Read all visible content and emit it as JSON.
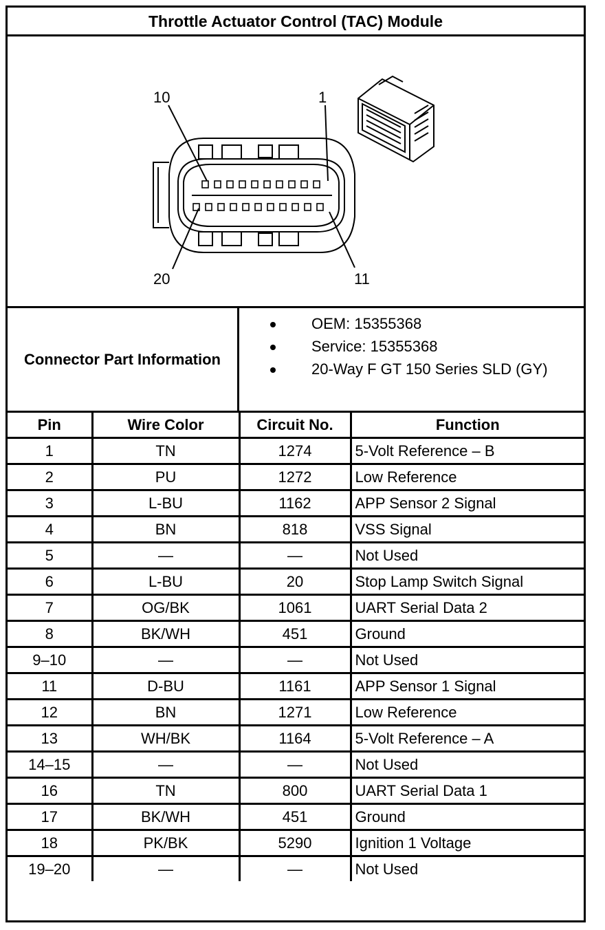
{
  "title": "Throttle Actuator Control (TAC) Module",
  "diagram": {
    "pin_labels": {
      "top_left": "10",
      "top_right": "1",
      "bottom_left": "20",
      "bottom_right": "11"
    },
    "icons": [
      "connector-face-icon",
      "connector-housing-icon"
    ]
  },
  "connector_info": {
    "label": "Connector Part Information",
    "items": [
      "OEM: 15355368",
      "Service: 15355368",
      "20-Way F GT 150 Series SLD (GY)"
    ]
  },
  "table": {
    "headers": [
      "Pin",
      "Wire Color",
      "Circuit No.",
      "Function"
    ],
    "rows": [
      [
        "1",
        "TN",
        "1274",
        "5-Volt Reference – B"
      ],
      [
        "2",
        "PU",
        "1272",
        "Low Reference"
      ],
      [
        "3",
        "L-BU",
        "1162",
        "APP Sensor 2 Signal"
      ],
      [
        "4",
        "BN",
        "818",
        "VSS Signal"
      ],
      [
        "5",
        "—",
        "—",
        "Not Used"
      ],
      [
        "6",
        "L-BU",
        "20",
        "Stop Lamp Switch Signal"
      ],
      [
        "7",
        "OG/BK",
        "1061",
        "UART Serial Data 2"
      ],
      [
        "8",
        "BK/WH",
        "451",
        "Ground"
      ],
      [
        "9–10",
        "—",
        "—",
        "Not Used"
      ],
      [
        "11",
        "D-BU",
        "1161",
        "APP Sensor 1 Signal"
      ],
      [
        "12",
        "BN",
        "1271",
        "Low Reference"
      ],
      [
        "13",
        "WH/BK",
        "1164",
        "5-Volt Reference – A"
      ],
      [
        "14–15",
        "—",
        "—",
        "Not Used"
      ],
      [
        "16",
        "TN",
        "800",
        "UART Serial Data 1"
      ],
      [
        "17",
        "BK/WH",
        "451",
        "Ground"
      ],
      [
        "18",
        "PK/BK",
        "5290",
        "Ignition 1 Voltage"
      ],
      [
        "19–20",
        "—",
        "—",
        "Not Used"
      ]
    ]
  }
}
